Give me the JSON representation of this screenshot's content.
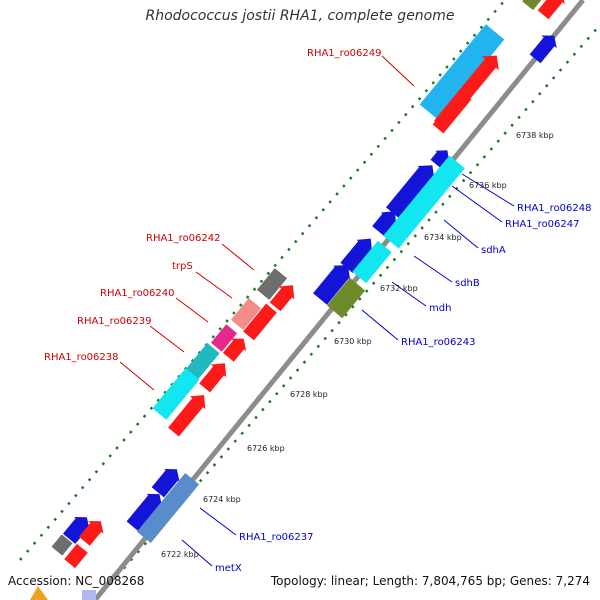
{
  "header": {
    "title": "Rhodococcus jostii RHA1, complete genome"
  },
  "footer": {
    "accession": "Accession: NC_008268",
    "summary": "Topology: linear; Length: 7,804,765 bp; Genes: 7,274"
  },
  "colors": {
    "backbone": "#8c8c8c",
    "tick": "#1a7a1a",
    "label_left": "#cc0000",
    "label_right": "#0000cc",
    "red_gene": "#ff1a1a",
    "blue_gene": "#1414d8",
    "cyan_gene": "#12e6f0",
    "skyblue_gene": "#22b4ee",
    "gray_gene": "#6e6e6e",
    "pink_gene": "#f58a8a",
    "magenta_gene": "#e6288c",
    "teal_gene": "#22b8c0",
    "olive_gene": "#6e8a2a",
    "steel_gene": "#5a8ccc"
  },
  "ticks": [
    {
      "label": "6722 kbp"
    },
    {
      "label": "6724 kbp"
    },
    {
      "label": "6726 kbp"
    },
    {
      "label": "6728 kbp"
    },
    {
      "label": "6730 kbp"
    },
    {
      "label": "6732 kbp"
    },
    {
      "label": "6734 kbp"
    },
    {
      "label": "6736 kbp"
    },
    {
      "label": "6738 kbp"
    }
  ],
  "genes_left": [
    {
      "name": "RHA1_ro06249"
    },
    {
      "name": "RHA1_ro06242"
    },
    {
      "name": "trpS"
    },
    {
      "name": "RHA1_ro06240"
    },
    {
      "name": "RHA1_ro06239"
    },
    {
      "name": "RHA1_ro06238"
    }
  ],
  "genes_right": [
    {
      "name": "RHA1_ro06248"
    },
    {
      "name": "RHA1_ro06247"
    },
    {
      "name": "sdhA"
    },
    {
      "name": "sdhB"
    },
    {
      "name": "mdh"
    },
    {
      "name": "RHA1_ro06243"
    },
    {
      "name": "RHA1_ro06237"
    },
    {
      "name": "metX"
    }
  ]
}
